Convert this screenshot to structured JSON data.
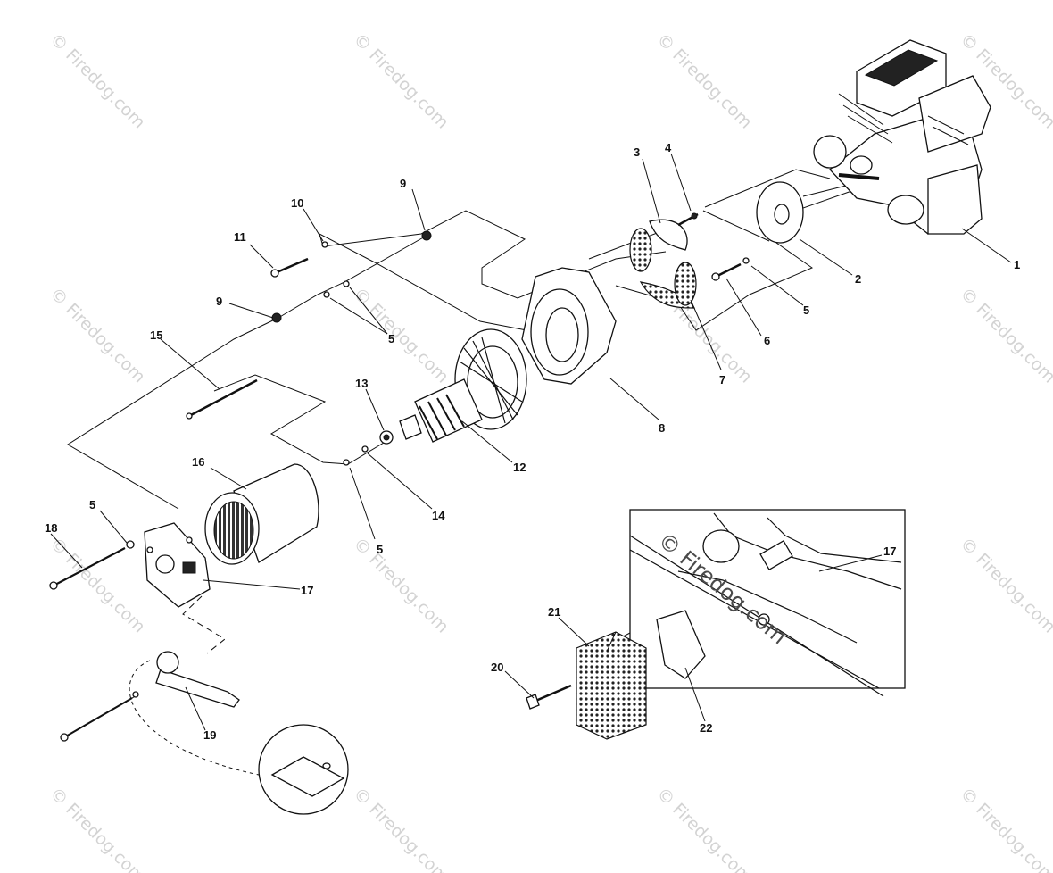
{
  "watermark": {
    "text": "© Firedog.com",
    "inset_text": "© Firedog.com"
  },
  "callouts": [
    {
      "id": "1",
      "label": "1"
    },
    {
      "id": "2",
      "label": "2"
    },
    {
      "id": "3",
      "label": "3"
    },
    {
      "id": "4",
      "label": "4"
    },
    {
      "id": "5a",
      "label": "5"
    },
    {
      "id": "5b",
      "label": "5"
    },
    {
      "id": "5c",
      "label": "5"
    },
    {
      "id": "5d",
      "label": "5"
    },
    {
      "id": "6",
      "label": "6"
    },
    {
      "id": "7",
      "label": "7"
    },
    {
      "id": "8",
      "label": "8"
    },
    {
      "id": "9a",
      "label": "9"
    },
    {
      "id": "9b",
      "label": "9"
    },
    {
      "id": "10",
      "label": "10"
    },
    {
      "id": "11",
      "label": "11"
    },
    {
      "id": "12",
      "label": "12"
    },
    {
      "id": "13",
      "label": "13"
    },
    {
      "id": "14",
      "label": "14"
    },
    {
      "id": "15",
      "label": "15"
    },
    {
      "id": "16",
      "label": "16"
    },
    {
      "id": "17a",
      "label": "17"
    },
    {
      "id": "17b",
      "label": "17"
    },
    {
      "id": "18",
      "label": "18"
    },
    {
      "id": "19",
      "label": "19"
    },
    {
      "id": "20",
      "label": "20"
    },
    {
      "id": "21",
      "label": "21"
    },
    {
      "id": "22",
      "label": "22"
    }
  ]
}
